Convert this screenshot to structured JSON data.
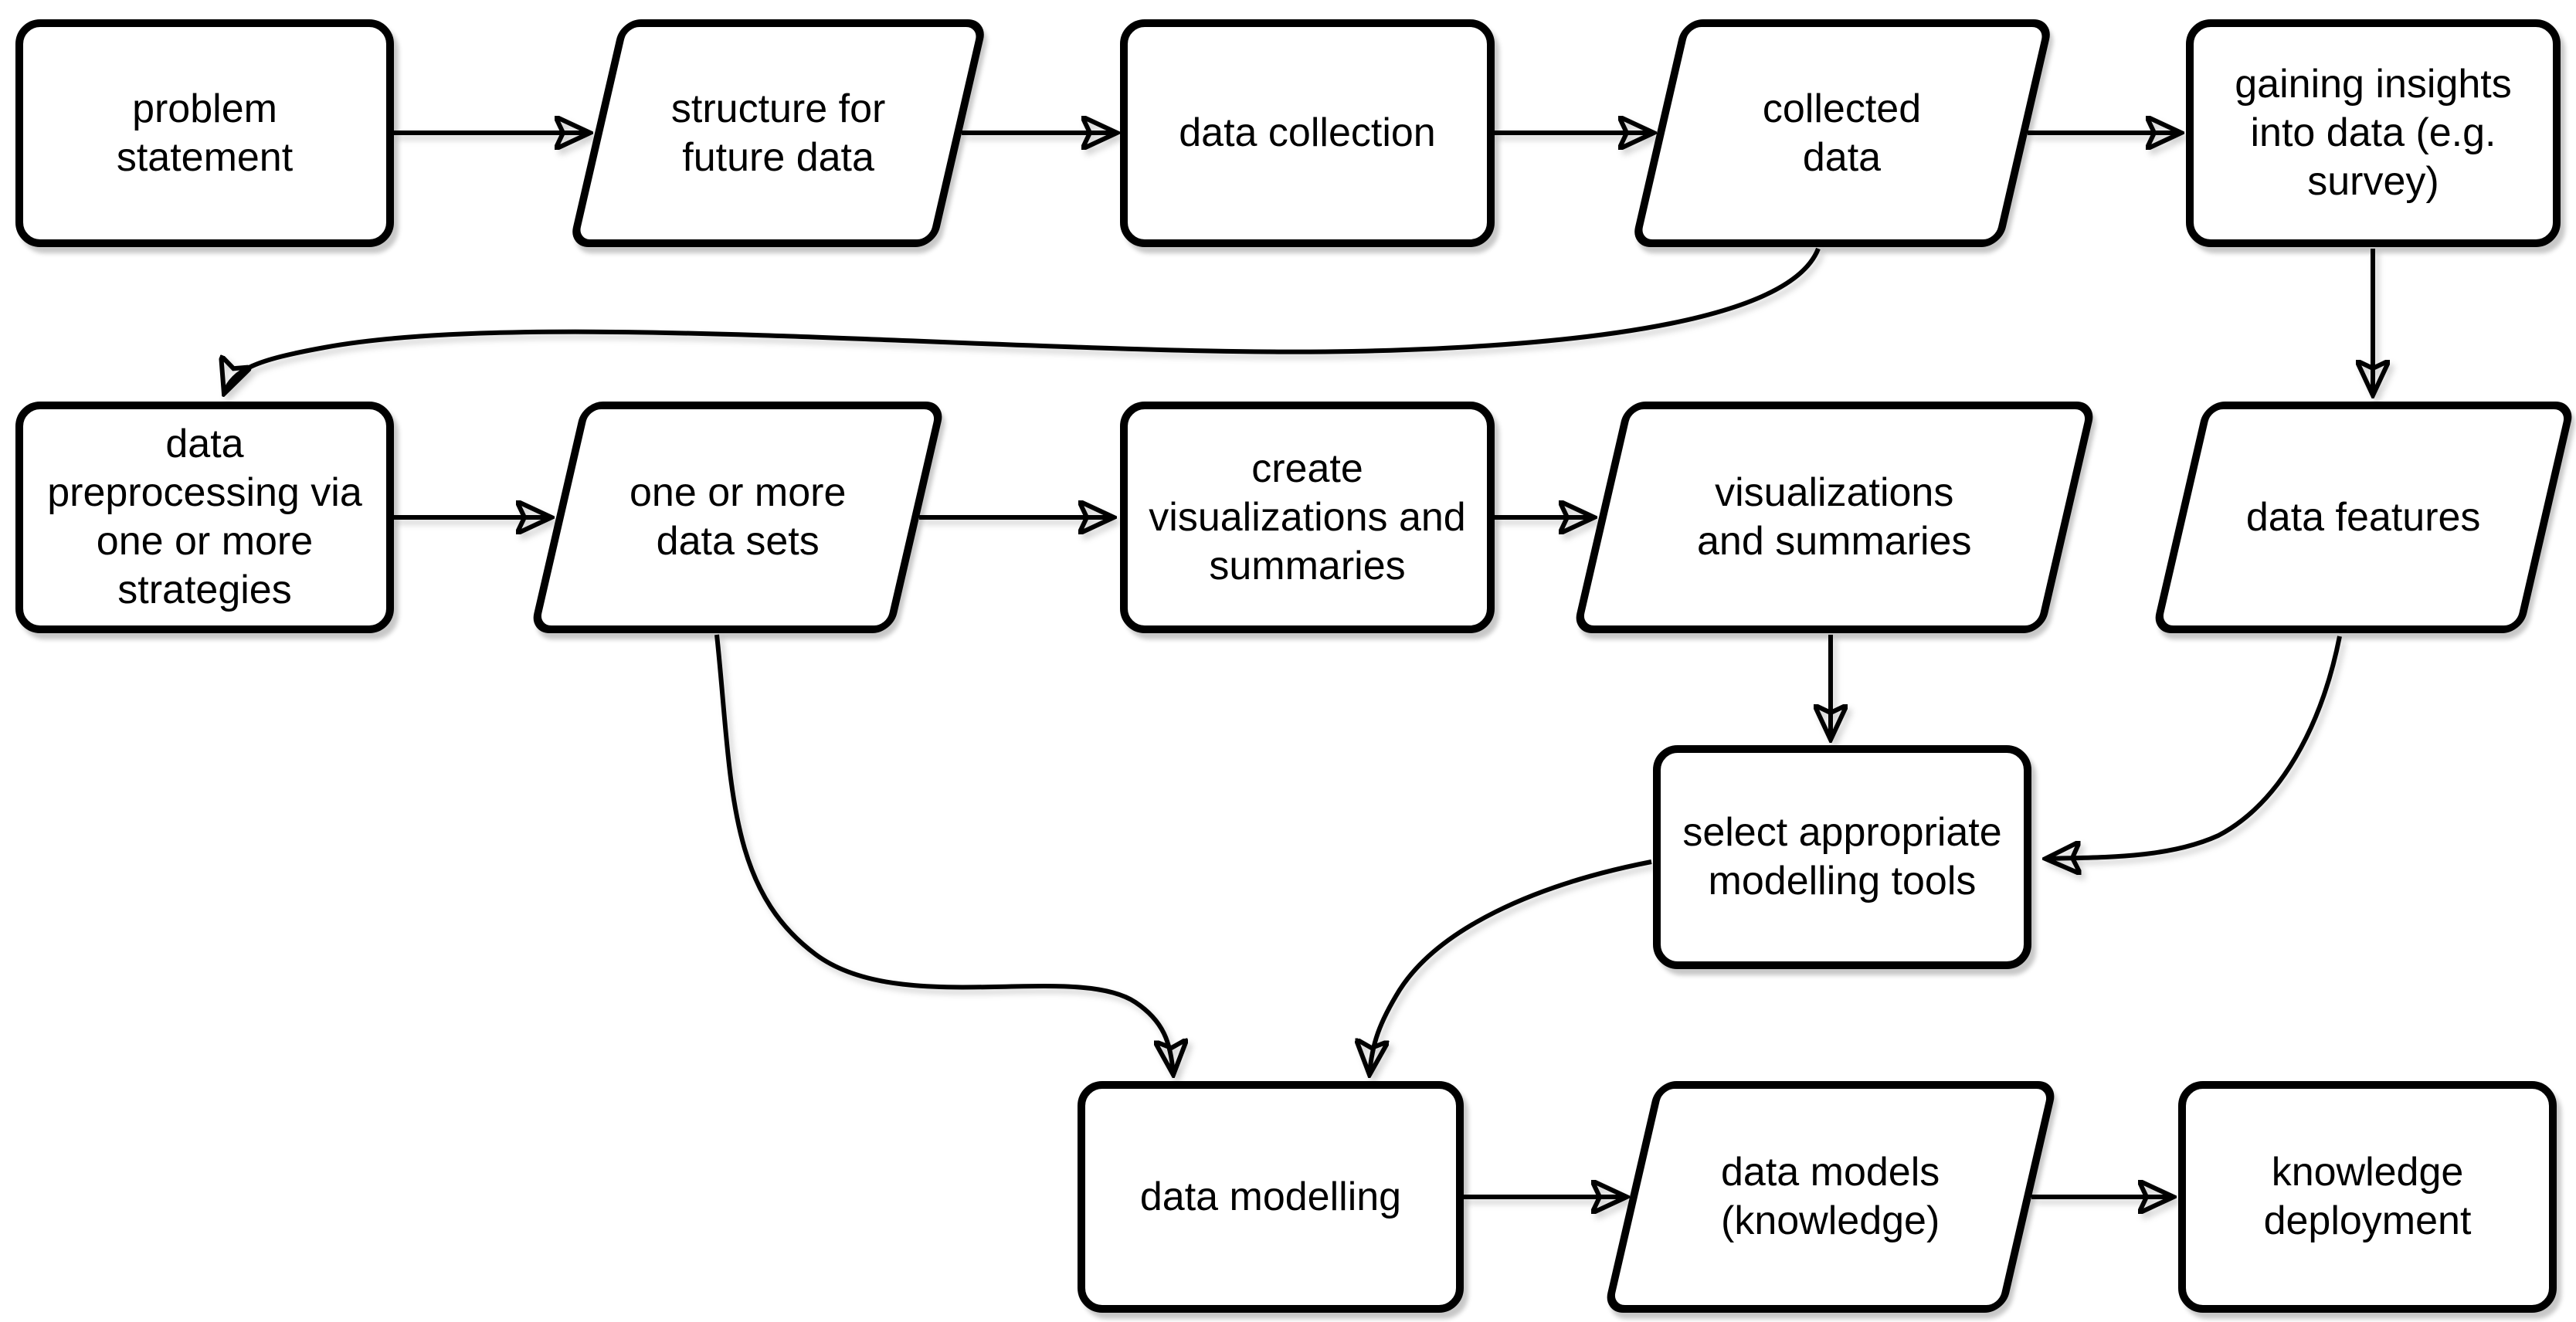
{
  "diagram": {
    "background_color": "#ffffff",
    "stroke_color": "#000000",
    "text_color": "#000000",
    "node_fill_color": "#ffffff",
    "nodes": [
      {
        "id": "problem-statement",
        "shape": "rounded-rectangle",
        "label": "problem\nstatement"
      },
      {
        "id": "structure-for-future-data",
        "shape": "parallelogram",
        "label": "structure for\nfuture data"
      },
      {
        "id": "data-collection",
        "shape": "rounded-rectangle",
        "label": "data collection"
      },
      {
        "id": "collected-data",
        "shape": "parallelogram",
        "label": "collected\ndata"
      },
      {
        "id": "gaining-insights",
        "shape": "rounded-rectangle",
        "label": "gaining insights\ninto data (e.g.\nsurvey)"
      },
      {
        "id": "data-preprocessing",
        "shape": "rounded-rectangle",
        "label": "data\npreprocessing via\none or more\nstrategies"
      },
      {
        "id": "one-or-more-data-sets",
        "shape": "parallelogram",
        "label": "one or more\ndata sets"
      },
      {
        "id": "create-visualizations",
        "shape": "rounded-rectangle",
        "label": "create\nvisualizations and\nsummaries"
      },
      {
        "id": "visualizations-and-summaries",
        "shape": "parallelogram",
        "label": "visualizations\nand summaries"
      },
      {
        "id": "data-features",
        "shape": "parallelogram",
        "label": "data features"
      },
      {
        "id": "select-modelling-tools",
        "shape": "rounded-rectangle",
        "label": "select appropriate\nmodelling tools"
      },
      {
        "id": "data-modelling",
        "shape": "rounded-rectangle",
        "label": "data modelling"
      },
      {
        "id": "data-models",
        "shape": "parallelogram",
        "label": "data models\n(knowledge)"
      },
      {
        "id": "knowledge-deployment",
        "shape": "rounded-rectangle",
        "label": "knowledge\ndeployment"
      }
    ],
    "edges": [
      {
        "from": "problem-statement",
        "to": "structure-for-future-data"
      },
      {
        "from": "structure-for-future-data",
        "to": "data-collection"
      },
      {
        "from": "data-collection",
        "to": "collected-data"
      },
      {
        "from": "collected-data",
        "to": "gaining-insights"
      },
      {
        "from": "collected-data",
        "to": "data-preprocessing"
      },
      {
        "from": "gaining-insights",
        "to": "data-features"
      },
      {
        "from": "data-preprocessing",
        "to": "one-or-more-data-sets"
      },
      {
        "from": "one-or-more-data-sets",
        "to": "create-visualizations"
      },
      {
        "from": "create-visualizations",
        "to": "visualizations-and-summaries"
      },
      {
        "from": "visualizations-and-summaries",
        "to": "select-modelling-tools"
      },
      {
        "from": "data-features",
        "to": "select-modelling-tools"
      },
      {
        "from": "one-or-more-data-sets",
        "to": "data-modelling"
      },
      {
        "from": "select-modelling-tools",
        "to": "data-modelling"
      },
      {
        "from": "data-modelling",
        "to": "data-models"
      },
      {
        "from": "data-models",
        "to": "knowledge-deployment"
      }
    ]
  }
}
